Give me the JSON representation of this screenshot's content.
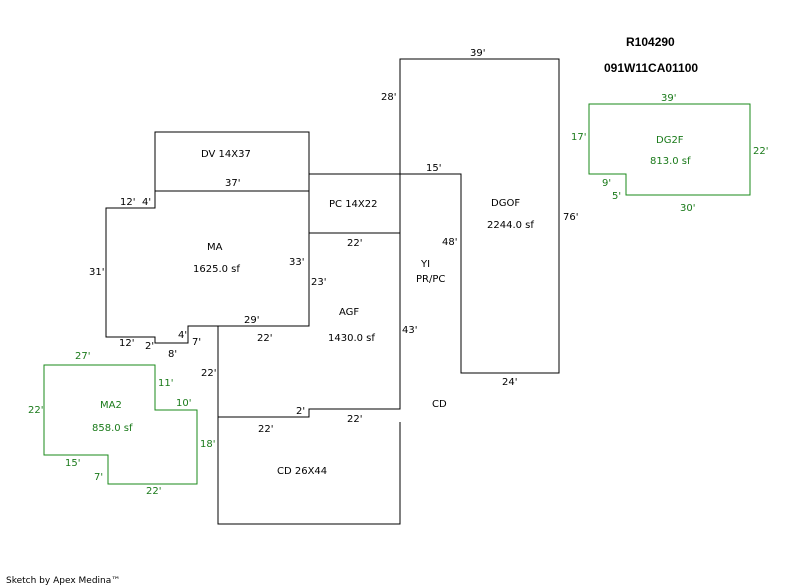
{
  "header": {
    "parcel_id": "R104290",
    "map_id": "091W11CA01100"
  },
  "footer": {
    "credit": "Sketch by Apex Medina™"
  },
  "colors": {
    "outline": "#000000",
    "secondary_outline": "#1a8a1a",
    "secondary_text": "#1a7a1a"
  },
  "areas": {
    "dv": {
      "name": "DV 14X37"
    },
    "pc": {
      "name": "PC  14X22"
    },
    "ma": {
      "name": "MA",
      "area": "1625.0 sf"
    },
    "agf": {
      "name": "AGF",
      "area": "1430.0 sf"
    },
    "dgof": {
      "name": "DGOF",
      "area": "2244.0 sf"
    },
    "yi": {
      "name": "YI",
      "sub": "PR/PC"
    },
    "cd_label": {
      "name": "CD"
    },
    "cd_box": {
      "name": "CD  26X44"
    },
    "dg2f": {
      "name": "DG2F",
      "area": "813.0 sf"
    },
    "ma2": {
      "name": "MA2",
      "area": "858.0 sf"
    }
  },
  "dims": {
    "dgof_top": "39'",
    "dgof_left": "28'",
    "dgof_right": "76'",
    "dgof_inner_top": "15'",
    "dgof_inner_left": "48'",
    "dgof_bottom": "24'",
    "dv_bottom": "37'",
    "ma_top_left": "12'",
    "ma_top_step": "4'",
    "ma_left": "31'",
    "ma_right": "33'",
    "ma_bot_left": "12'",
    "ma_bot_step1": "2'",
    "ma_bot_step2": "4'",
    "ma_bot_step3": "7'",
    "ma_bot_step4": "8'",
    "ma_bottom": "29'",
    "pc_bottom": "22'",
    "agf_left": "23'",
    "agf_inner_left": "22'",
    "agf_right": "43'",
    "agf_outer_left": "22'",
    "agf_step": "2'",
    "agf_bottom": "22'",
    "cd_top": "22'",
    "dg2f_top": "39'",
    "dg2f_left": "17'",
    "dg2f_right": "22'",
    "dg2f_step_left": "9'",
    "dg2f_step_bottom": "5'",
    "dg2f_bottom": "30'",
    "ma2_top": "27'",
    "ma2_left": "22'",
    "ma2_step_down": "11'",
    "ma2_step_right": "10'",
    "ma2_right": "18'",
    "ma2_bot_left": "15'",
    "ma2_bot_step": "7'",
    "ma2_bottom": "22'"
  }
}
